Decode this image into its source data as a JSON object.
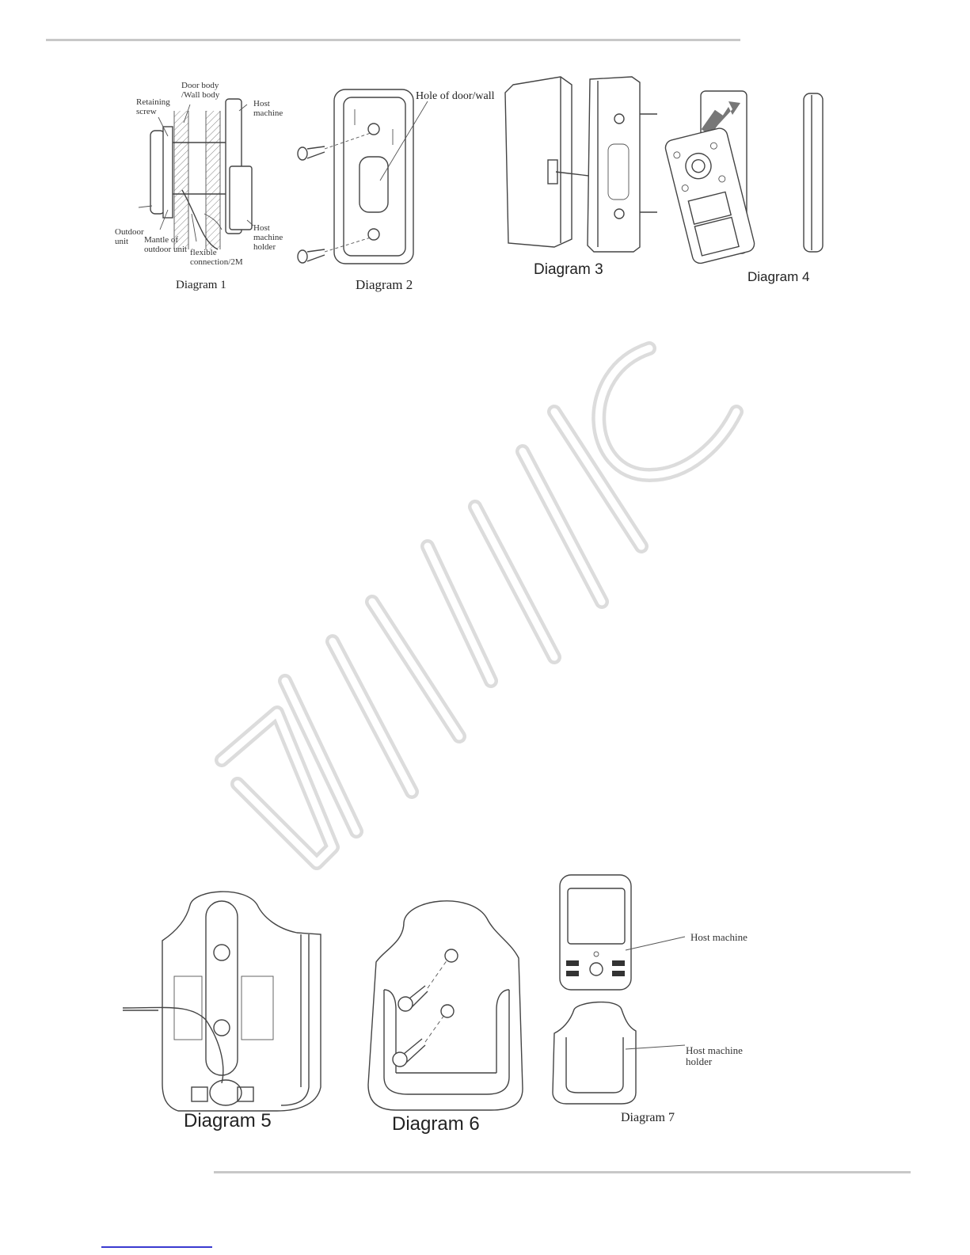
{
  "diagrams_top": {
    "d1": {
      "caption": "Diagram 1",
      "labels": {
        "door_body": "Door body\n/Wall body",
        "retaining_screw": "Retaining\nscrew",
        "host_machine": "Host\nmachine",
        "outdoor_unit": "Outdoor\nunit",
        "mantle": "Mantle of\noutdoor unit",
        "flexible": "flexible\nconnection/2M",
        "holder": "Host\nmachine\nholder"
      }
    },
    "d2": {
      "caption": "Diagram 2",
      "label_hole": "Hole of door/wall"
    },
    "d3": {
      "caption": "Diagram 3"
    },
    "d4": {
      "caption": "Diagram 4"
    }
  },
  "diagrams_bottom": {
    "d5": {
      "caption": "Diagram 5"
    },
    "d6": {
      "caption": "Diagram 6"
    },
    "d7": {
      "caption": "Diagram 7",
      "label_host": "Host machine",
      "label_holder": "Host machine\nholder"
    }
  },
  "watermark": {
    "text": "ELMIC",
    "color": "#e4e4e4"
  },
  "colors": {
    "rule": "#c8c8c8",
    "footer_link": "#3a3ad0"
  }
}
